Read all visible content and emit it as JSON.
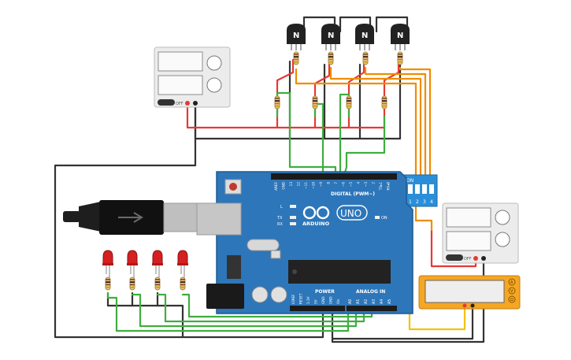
{
  "board": {
    "brand": "ARDUINO",
    "model": "UNO",
    "digital_label": "DIGITAL (PWM~)",
    "analog_label": "ANALOG IN",
    "power_label": "POWER",
    "on_label": "ON",
    "led_l": "L",
    "led_tx": "TX",
    "led_rx": "RX",
    "digital_pins": [
      "AREF",
      "GND",
      "13",
      "12",
      "~11",
      "~10",
      "~9",
      "8",
      "7",
      "~6",
      "~5",
      "4",
      "~3",
      "2",
      "TX▸1",
      "RX◂0"
    ],
    "power_pins": [
      "IOREF",
      "RESET",
      "3.3V",
      "5V",
      "GND",
      "GND",
      "Vin"
    ],
    "analog_pins": [
      "A0",
      "A1",
      "A2",
      "A3",
      "A4",
      "A5"
    ]
  },
  "transistor": {
    "label": "N",
    "count": 4
  },
  "dip_switch": {
    "title": "ON",
    "numbers": [
      "1",
      "2",
      "3",
      "4"
    ]
  },
  "power_supply": {
    "off_label": "OFF"
  },
  "multimeter": {
    "modes": [
      "A",
      "V",
      "Ω"
    ]
  },
  "colors": {
    "wire_red": "#e53935",
    "wire_black": "#333333",
    "wire_green": "#3fae3f",
    "wire_orange": "#f08c00",
    "wire_yellow": "#f2c200",
    "board_blue": "#2d76b9",
    "led_red": "#d42020",
    "multimeter_orange": "#f5a623",
    "dip_blue": "#2a8fd8"
  }
}
